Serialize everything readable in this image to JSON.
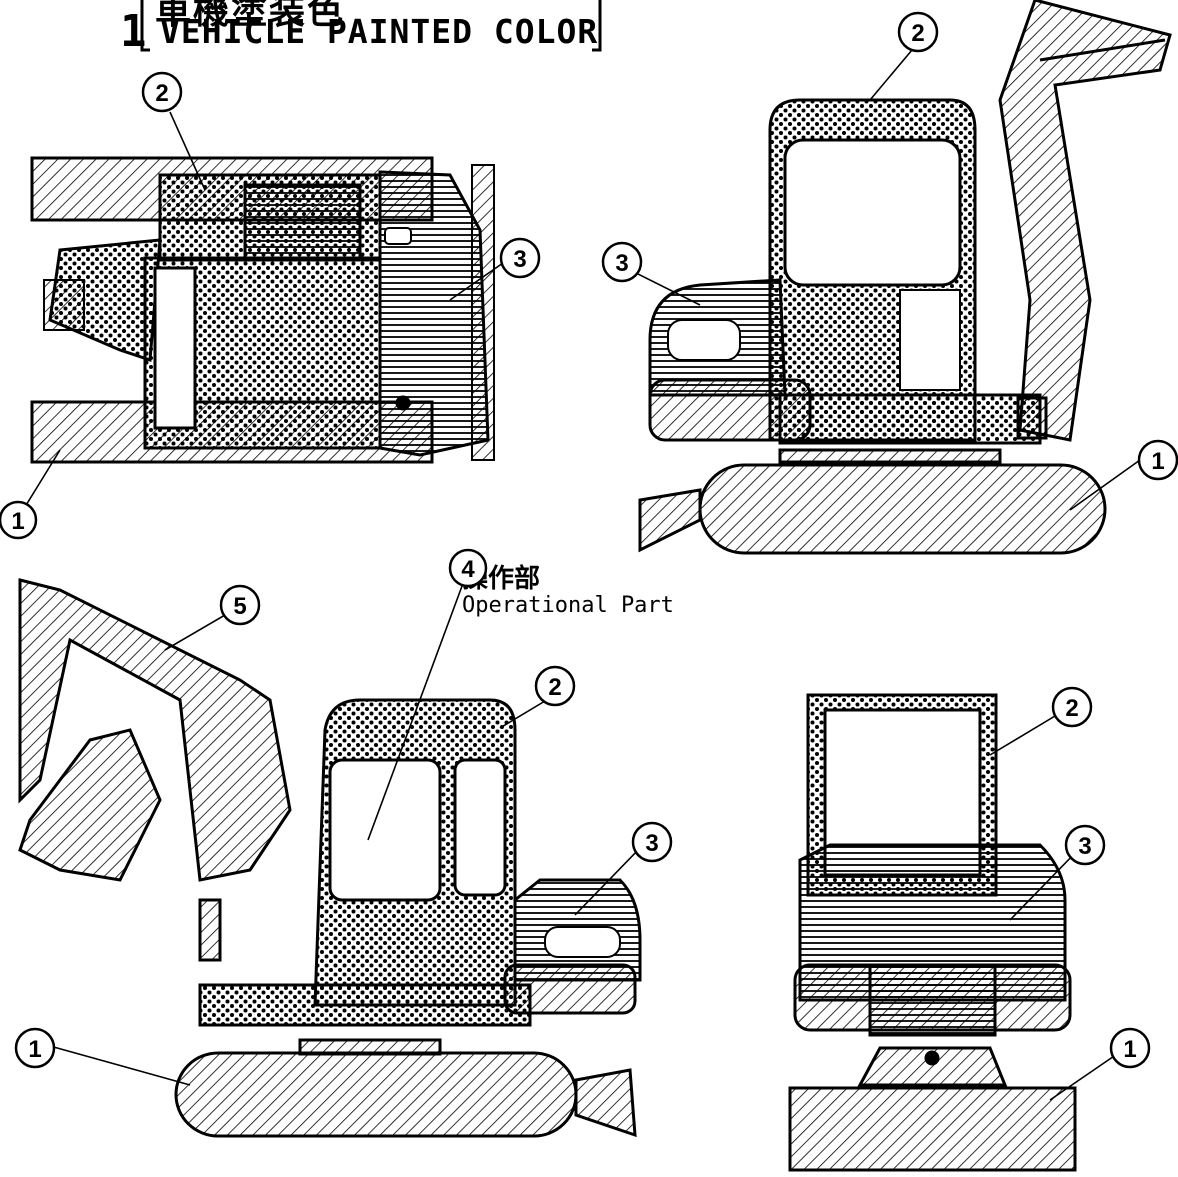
{
  "title": {
    "number": "1",
    "japanese": "車機塗装色",
    "english": "VEHICLE PAINTED COLOR"
  },
  "operational_part": {
    "japanese": "操作部",
    "english": "Operational Part"
  },
  "callouts": {
    "c1": "1",
    "c2": "2",
    "c3": "3",
    "c4": "4",
    "c5": "5"
  }
}
